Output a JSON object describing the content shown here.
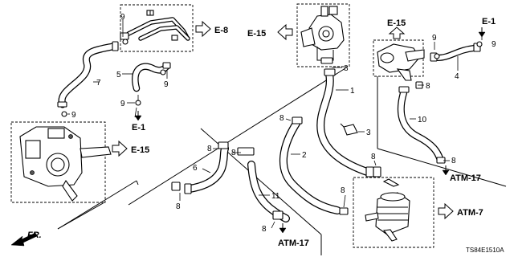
{
  "part_numbers": {
    "p1": "1",
    "p2": "2",
    "p3": "3",
    "p4": "4",
    "p5": "5",
    "p6": "6",
    "p7": "7",
    "p8": "8",
    "p9": "9",
    "p10": "10",
    "p11": "11"
  },
  "references": {
    "e8": "E-8",
    "e15": "E-15",
    "e1": "E-1",
    "atm17": "ATM-17",
    "atm7": "ATM-7"
  },
  "direction_label": "FR.",
  "diagram_code": "TS84E1510A"
}
